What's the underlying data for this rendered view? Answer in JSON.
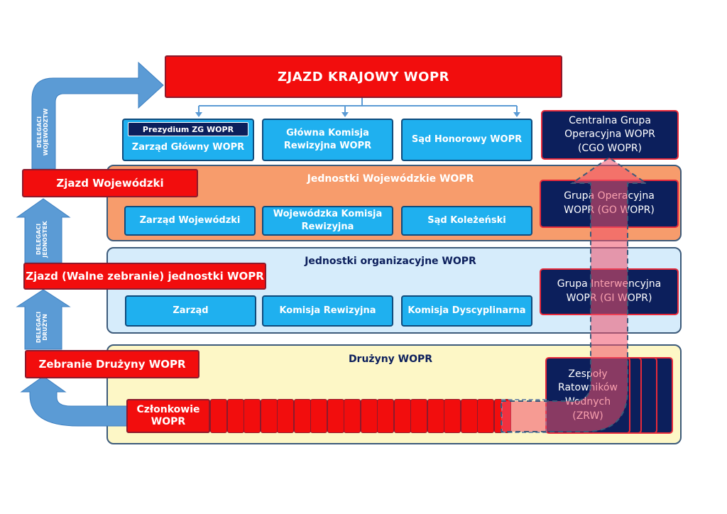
{
  "top": {
    "title": "ZJAZD KRAJOWY WOPR"
  },
  "zg": {
    "prezydium": "Prezydium ZG WOPR",
    "zarzad_glowny": "Zarząd Główny WOPR",
    "komisja_line1": "Główna Komisja",
    "komisja_line2": "Rewizyjna WOPR",
    "sad_honorowy": "Sąd Honorowy WOPR"
  },
  "cgo": {
    "line1": "Centralna Grupa",
    "line2": "Operacyjna WOPR",
    "line3": "(CGO WOPR)"
  },
  "wojewodzkie": {
    "title": "Jednostki Wojewódzkie WOPR",
    "zarzad": "Zarząd Wojewódzki",
    "komisja_line1": "Wojewódzka Komisja",
    "komisja_line2": "Rewizyjna",
    "sad": "Sąd Koleżeński"
  },
  "go": {
    "line1": "Grupa Operacyjna",
    "line2": "WOPR (GO WOPR)"
  },
  "organizacyjne": {
    "title": "Jednostki organizacyjne WOPR",
    "zarzad": "Zarząd",
    "komisja": "Komisja Rewizyjna",
    "dyscyplinarna": "Komisja Dyscyplinarna"
  },
  "gi": {
    "line1": "Grupa Interwencyjna",
    "line2": "WOPR (GI WOPR)"
  },
  "druzyny": {
    "title": "Drużyny WOPR"
  },
  "zrw": {
    "line1": "Zespoły",
    "line2": "Ratowników",
    "line3": "Wodnych",
    "line4": "(ZRW)"
  },
  "left": {
    "zjazd_wojewodzki": "Zjazd Wojewódzki",
    "zjazd_jednostki": "Zjazd (Walne zebranie) jednostki WOPR",
    "zebranie_druzyny": "Zebranie Drużyny WOPR",
    "czlonkowie_line1": "Członkowie",
    "czlonkowie_line2": "WOPR"
  },
  "arrows": {
    "delegaci_woj_1": "DELEGACI",
    "delegaci_woj_2": "WOJEWÓDZTW",
    "delegaci_jed_1": "DELEGACI",
    "delegaci_jed_2": "JEDNOSTEK",
    "delegaci_dru_1": "DELEGACI",
    "delegaci_dru_2": "DRUŻYN"
  },
  "colors": {
    "red": "#f20d0d",
    "blue": "#1fb0ef",
    "navy": "#0c1f5c",
    "orange_panel": "#f79c6c",
    "lightblue_panel": "#d6ecfb",
    "yellow_panel": "#fdf7c6",
    "arrow_blue": "#5b9bd5"
  }
}
